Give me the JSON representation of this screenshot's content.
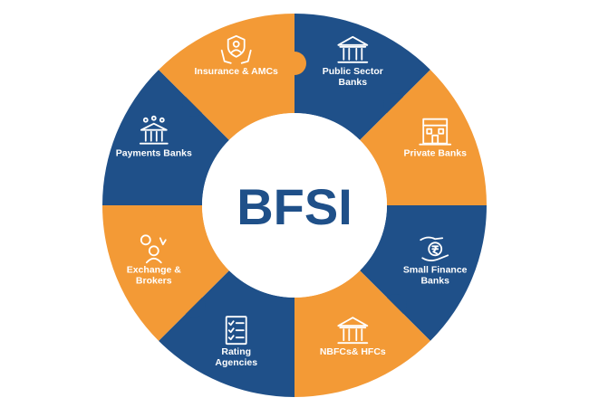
{
  "title": "BFSI",
  "colors": {
    "blue": "#1f5089",
    "orange": "#f39a36",
    "center_fill": "#ffffff",
    "center_text": "#1f5089"
  },
  "segments": [
    {
      "label_lines": [
        "Public Sector",
        "Banks"
      ],
      "color": "blue",
      "icon": "bank-building-icon"
    },
    {
      "label_lines": [
        "Private Banks"
      ],
      "color": "orange",
      "icon": "office-building-icon"
    },
    {
      "label_lines": [
        "Small Finance",
        "Banks"
      ],
      "color": "blue",
      "icon": "rupee-hands-icon"
    },
    {
      "label_lines": [
        "NBFCs& HFCs"
      ],
      "color": "orange",
      "icon": "bank-building-icon"
    },
    {
      "label_lines": [
        "Rating",
        "Agencies"
      ],
      "color": "blue",
      "icon": "checklist-icon"
    },
    {
      "label_lines": [
        "Exchange &",
        "Brokers"
      ],
      "color": "orange",
      "icon": "trader-icon"
    },
    {
      "label_lines": [
        "Payments Banks"
      ],
      "color": "blue",
      "icon": "payment-bank-icon"
    },
    {
      "label_lines": [
        "Insurance & AMCs"
      ],
      "color": "orange",
      "icon": "shield-hands-icon"
    }
  ]
}
